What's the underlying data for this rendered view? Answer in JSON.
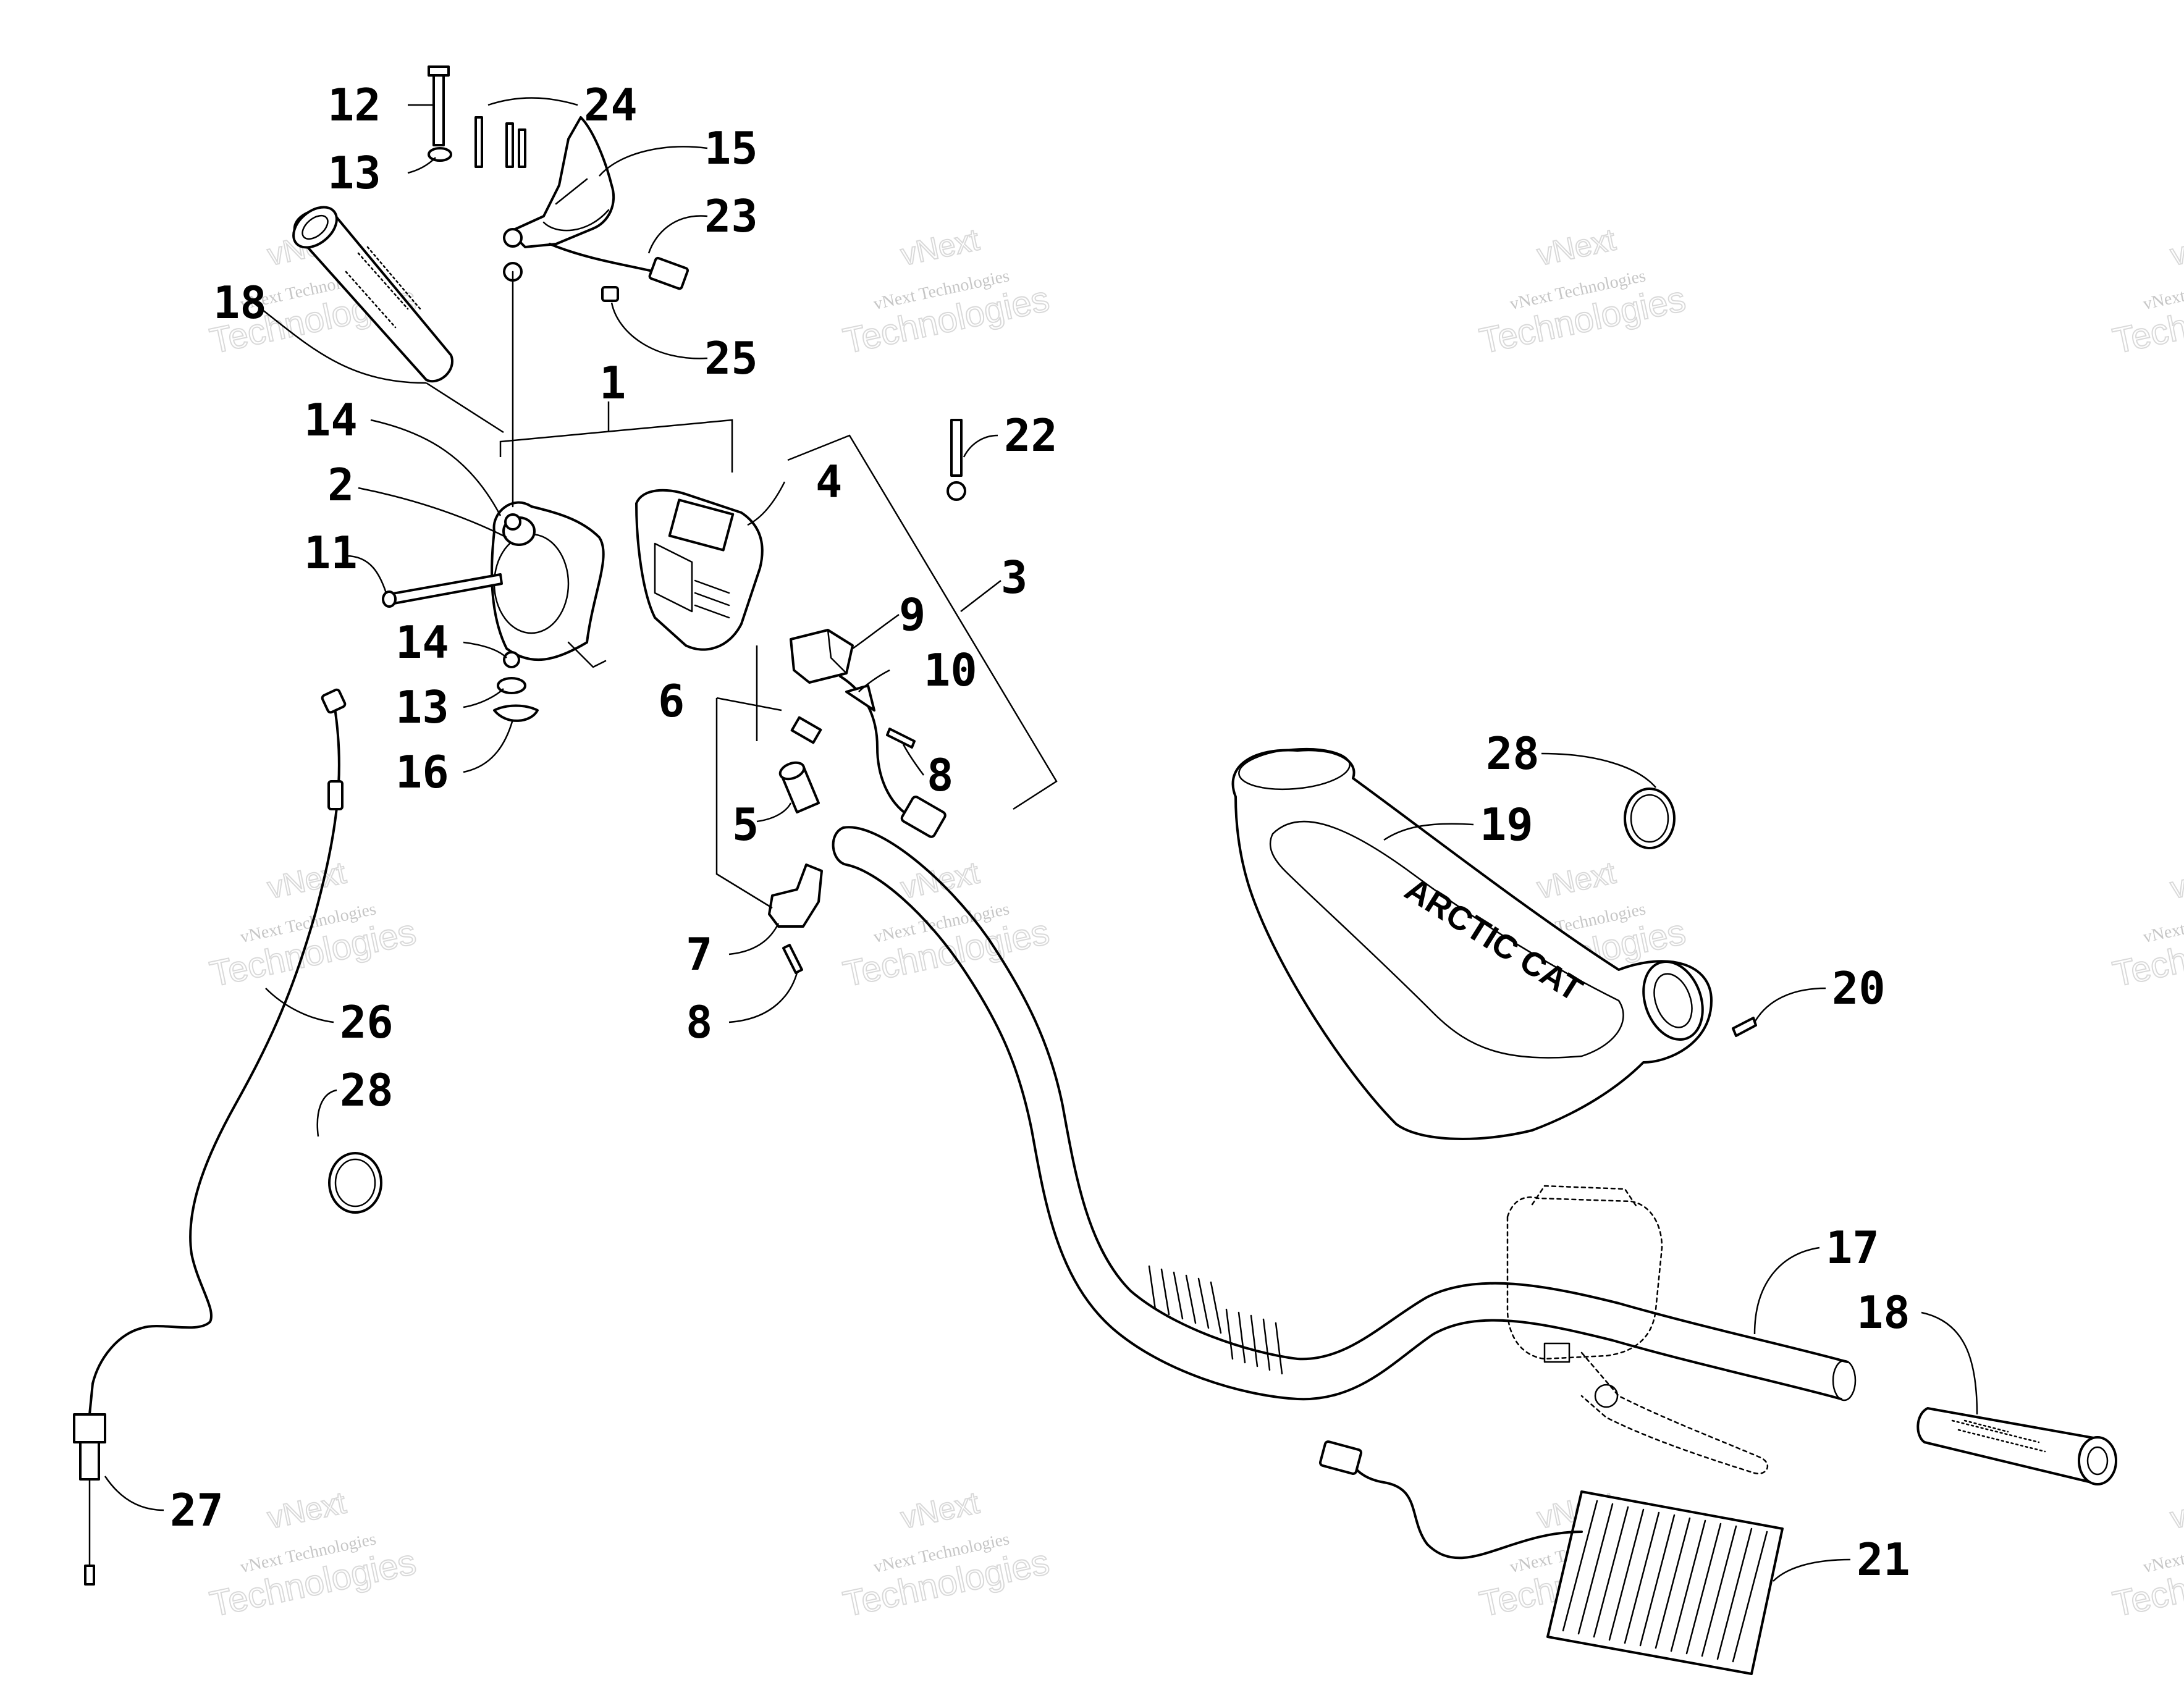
{
  "watermark": {
    "line1": "vNext Technologies",
    "line2": "Technologies",
    "brand": "vNext"
  },
  "callouts": [
    "1",
    "2",
    "3",
    "4",
    "5",
    "6",
    "7",
    "8",
    "8",
    "9",
    "10",
    "11",
    "12",
    "13",
    "13",
    "14",
    "14",
    "15",
    "16",
    "17",
    "18",
    "18",
    "19",
    "20",
    "21",
    "22",
    "23",
    "24",
    "25",
    "26",
    "27",
    "28",
    "28"
  ],
  "logo_text": "ARCTIC CAT"
}
